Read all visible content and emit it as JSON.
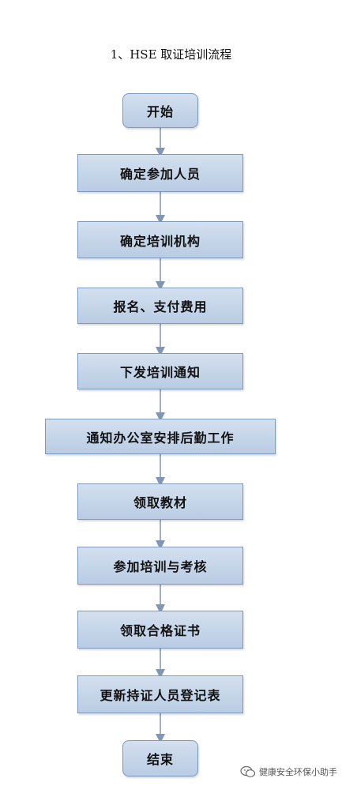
{
  "title": "1、HSE 取证培训流程",
  "steps": {
    "start": "开始",
    "s1": "确定参加人员",
    "s2": "确定培训机构",
    "s3": "报名、支付费用",
    "s4": "下发培训通知",
    "s5": "通知办公室安排后勤工作",
    "s6": "领取教材",
    "s7": "参加培训与考核",
    "s8": "领取合格证书",
    "s9": "更新持证人员登记表",
    "end": "结束"
  },
  "watermark": {
    "text": "健康安全环保小助手",
    "icon": "wechat-icon"
  },
  "colors": {
    "box_fill": "#c6d6ea",
    "box_border": "#7d99bd",
    "arrow": "#7f96b4"
  }
}
